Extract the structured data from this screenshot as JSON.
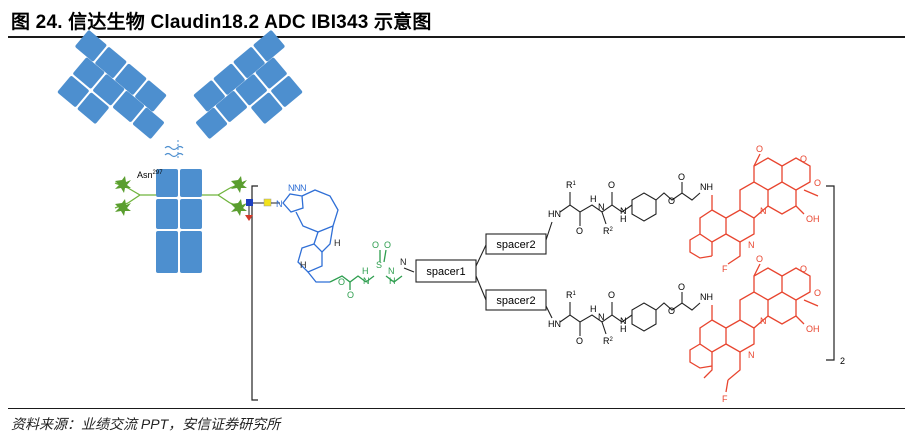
{
  "title": "图 24. 信达生物 Claudin18.2 ADC IBI343 示意图",
  "source": "资料来源：业绩交流 PPT，安信证券研究所",
  "diagram": {
    "antibody_label": "Asn",
    "antibody_label_sup": "297",
    "spacer1": "spacer1",
    "spacer2_top": "spacer2",
    "spacer2_bottom": "spacer2",
    "subscript_2": "2",
    "atoms": {
      "O": "O",
      "N": "N",
      "H": "H",
      "S": "S",
      "F": "F",
      "OH": "OH",
      "NH": "NH",
      "HN": "HN",
      "R1": "R",
      "R2": "R"
    },
    "colors": {
      "antibody": "#4d8fcf",
      "linker_blue": "#2f6fd6",
      "linker_green": "#2e9e4f",
      "payload_red": "#e8452f",
      "glycan": "#6fb43c"
    }
  }
}
